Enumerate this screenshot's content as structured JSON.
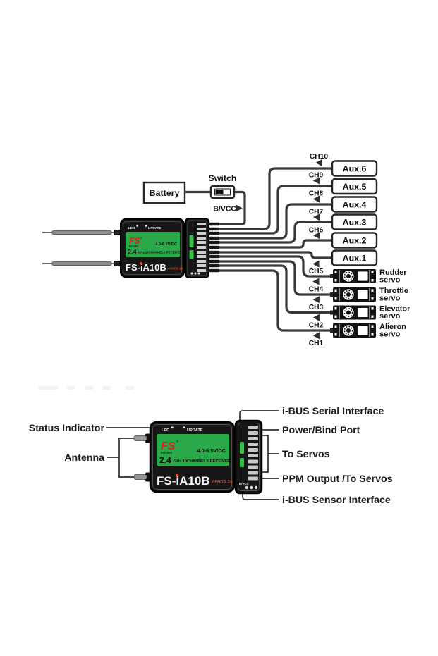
{
  "colors": {
    "label_green": "#2ba84a",
    "logo_red": "#d2251c",
    "protocol_red": "#e8420e",
    "wire_gray": "#383838"
  },
  "top_diagram": {
    "battery": "Battery",
    "switch": "Switch",
    "bvcc": "B/VCC",
    "channels": [
      "CH10",
      "CH9",
      "CH8",
      "CH7",
      "CH6",
      "CH5",
      "CH4",
      "CH3",
      "CH2",
      "CH1"
    ],
    "aux_outputs": [
      "Aux.6",
      "Aux.5",
      "Aux.4",
      "Aux.3",
      "Aux.2",
      "Aux.1"
    ],
    "servos": [
      {
        "line1": "Rudder",
        "line2": "servo"
      },
      {
        "line1": "Throttle",
        "line2": "servo"
      },
      {
        "line1": "Elevator",
        "line2": "servo"
      },
      {
        "line1": "Alieron",
        "line2": "servo"
      }
    ]
  },
  "receiver": {
    "led": "LED",
    "update": "UPDATE",
    "logo": "FS",
    "brand": "FLY SKY",
    "reg": "®",
    "voltage": "4.0-6.5V/DC",
    "band": "2.4",
    "spec": "GHz 10CHANNELS RECEIVER",
    "model": "FS-iA10B",
    "protocol": "AFHDS 2A",
    "power_pins": "B/VCC"
  },
  "bottom_diagram": {
    "status_indicator": "Status Indicator",
    "antenna": "Antenna",
    "ibus_serial": "i-BUS Serial Interface",
    "power_bind": "Power/Bind Port",
    "to_servos": "To Servos",
    "ppm_output": "PPM Output /To Servos",
    "ibus_sensor": "i-BUS Sensor Interface"
  }
}
